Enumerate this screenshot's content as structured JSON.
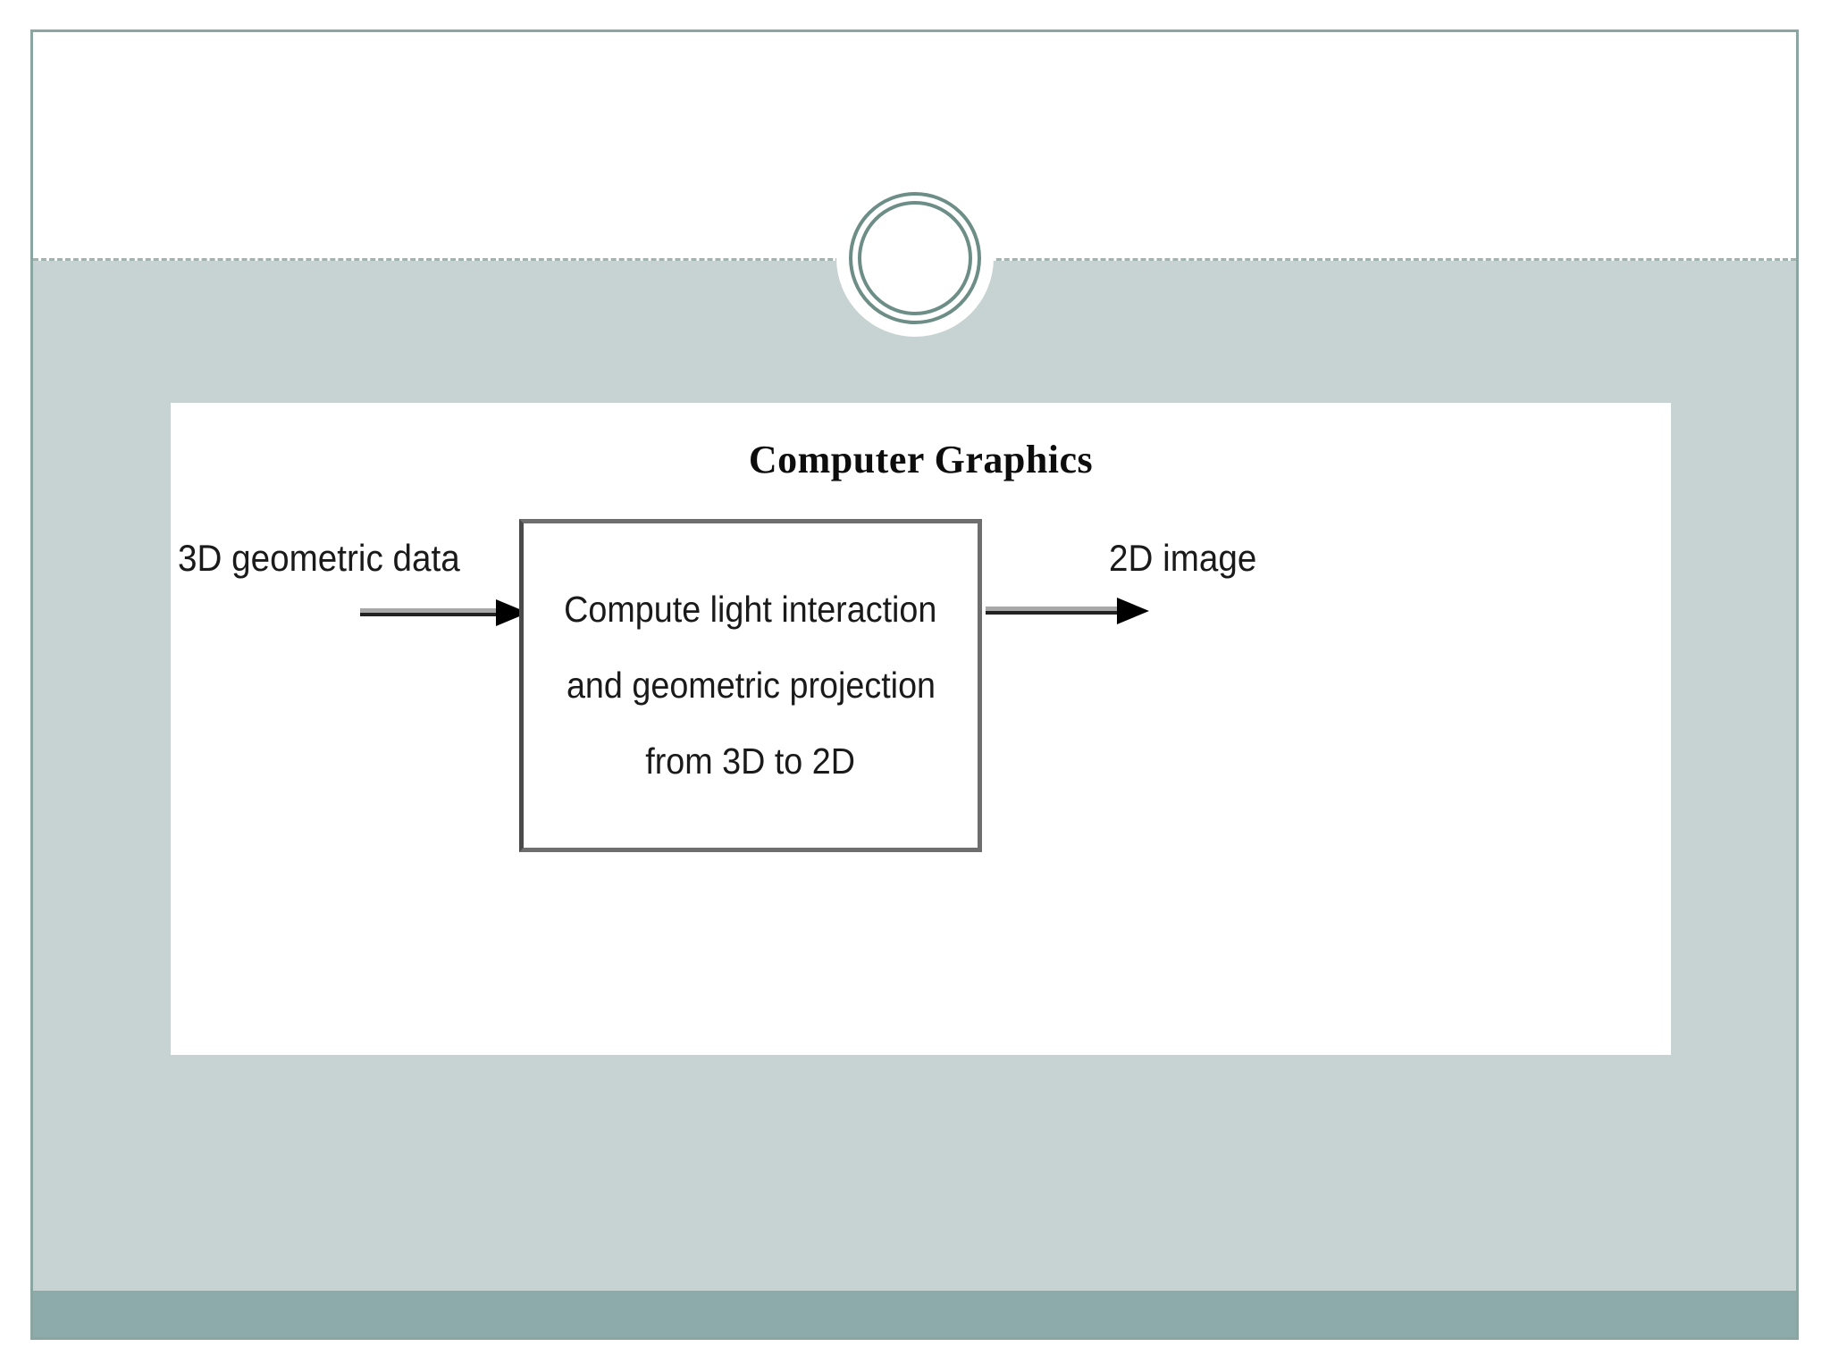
{
  "slide": {
    "accent_border_color": "#8ba5a0",
    "header_background": "#ffffff",
    "body_background": "#c7d2d2",
    "bottom_bar_color": "#8dabab",
    "ring_color": "#6d8d87",
    "divider_color": "#9fb3b0"
  },
  "ornament": {
    "name": "double-ring-circle"
  },
  "diagram": {
    "title": "Computer Graphics",
    "panel_background": "#ffffff",
    "input_label": "3D geometric data",
    "output_label": "2D image",
    "box": {
      "border_color": "#6e6e6e",
      "lines": [
        "Compute light interaction",
        "and geometric projection",
        "from 3D to 2D"
      ]
    },
    "arrows": [
      {
        "name": "arrow-input-to-box",
        "direction": "right"
      },
      {
        "name": "arrow-box-to-output",
        "direction": "right"
      }
    ]
  }
}
